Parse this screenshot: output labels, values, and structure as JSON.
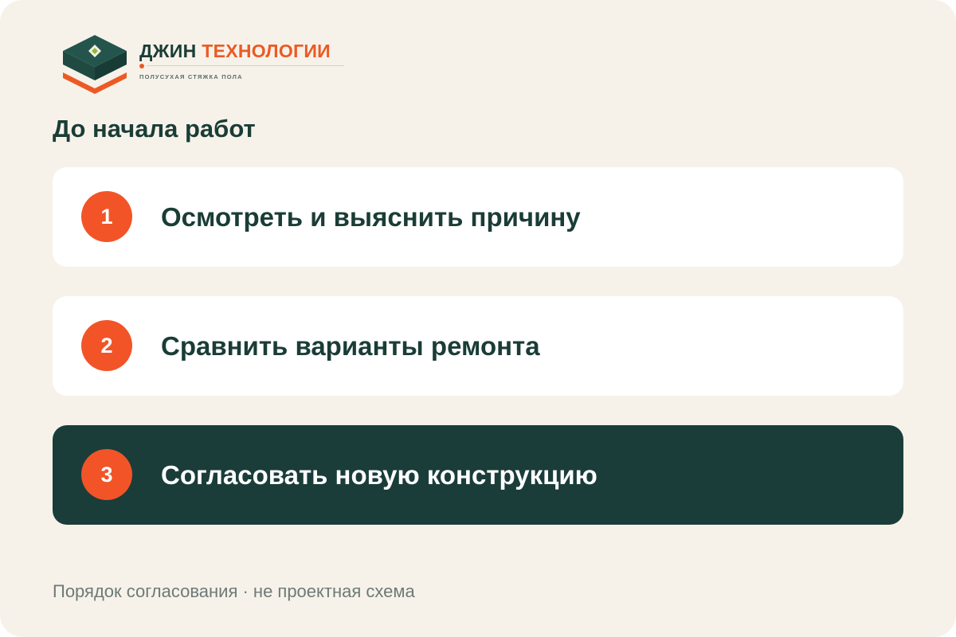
{
  "brand": {
    "name_part1": "ДЖИН",
    "name_part2": "ТЕХНОЛОГИИ",
    "tagline": "ПОЛУСУХАЯ СТЯЖКА ПОЛА"
  },
  "page": {
    "title": "До начала работ"
  },
  "steps": [
    {
      "number": "1",
      "label": "Осмотреть и выяснить причину",
      "highlighted": false
    },
    {
      "number": "2",
      "label": "Сравнить варианты ремонта",
      "highlighted": false
    },
    {
      "number": "3",
      "label": "Согласовать новую конструкцию",
      "highlighted": true
    }
  ],
  "footer": {
    "note": "Порядок согласования · не проектная схема"
  },
  "colors": {
    "background": "#f6f2ea",
    "card": "#ffffff",
    "primary_dark": "#1a3d36",
    "accent_orange": "#f25428",
    "muted_text": "#6e7a76"
  }
}
